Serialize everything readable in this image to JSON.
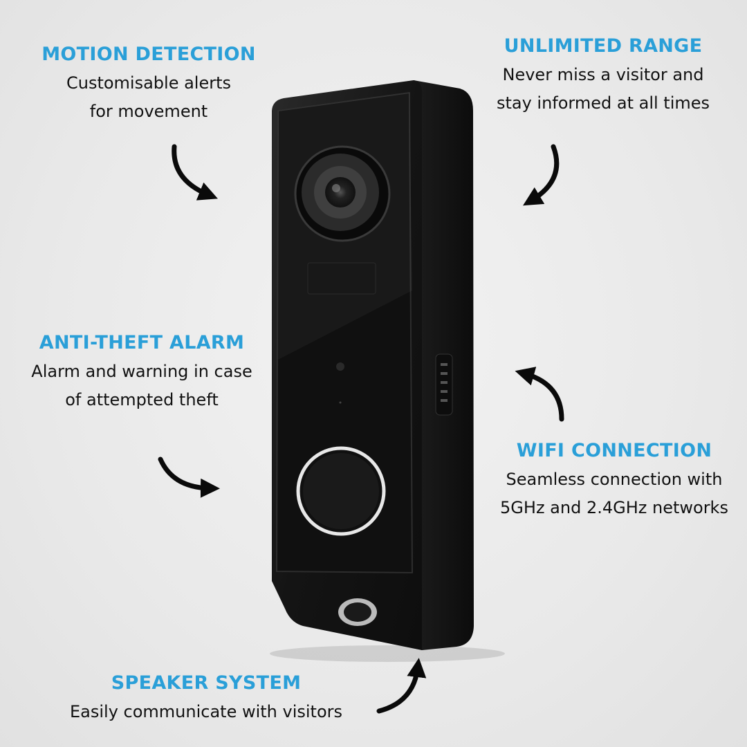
{
  "colors": {
    "accent": "#2a9fd8",
    "device": "#151515"
  },
  "features": [
    {
      "id": "motion",
      "title": "MOTION DETECTION",
      "lines": [
        "Customisable alerts",
        "for movement"
      ]
    },
    {
      "id": "range",
      "title": "UNLIMITED RANGE",
      "lines": [
        "Never miss a visitor and",
        "stay informed at all times"
      ]
    },
    {
      "id": "theft",
      "title": "ANTI-THEFT ALARM",
      "lines": [
        "Alarm and warning in case",
        "of attempted theft"
      ]
    },
    {
      "id": "wifi",
      "title": "WIFI CONNECTION",
      "lines": [
        "Seamless connection with",
        "5GHz and 2.4GHz networks"
      ]
    },
    {
      "id": "speaker",
      "title": "SPEAKER SYSTEM",
      "lines": [
        "Easily communicate with visitors"
      ]
    }
  ]
}
